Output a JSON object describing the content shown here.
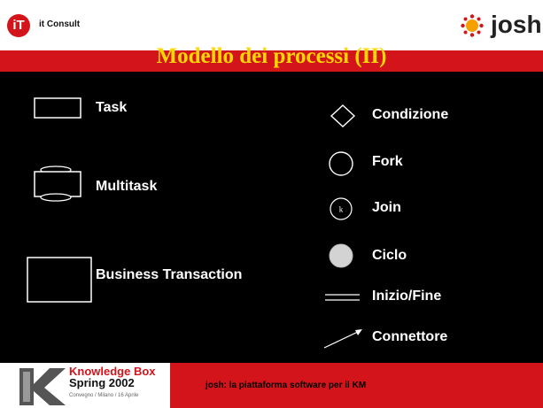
{
  "header": {
    "left_logo_glyph": "iT",
    "left_brand": "it Consult",
    "right_brand": "josh",
    "accent_color": "#d4141b",
    "title_color": "#ffd700"
  },
  "title": "Modello dei processi (II)",
  "legend_left": [
    {
      "shape": "rectangle",
      "label": "Task"
    },
    {
      "shape": "multi-rectangle",
      "label": "Multitask"
    },
    {
      "shape": "large-rectangle",
      "label": "Business Transaction"
    }
  ],
  "legend_right": [
    {
      "shape": "diamond",
      "label": "Condizione"
    },
    {
      "shape": "circle",
      "label": "Fork"
    },
    {
      "shape": "circle-k",
      "label": "Join",
      "inner": "k"
    },
    {
      "shape": "filled-circle",
      "label": "Ciclo"
    },
    {
      "shape": "double-line",
      "label": "Inizio/Fine"
    },
    {
      "shape": "arrow",
      "label": "Connettore"
    }
  ],
  "footer": {
    "kb_title": "Knowledge Box",
    "kb_subtitle": "Spring 2002",
    "kb_small": "Convegno / Milano / 16 Aprile",
    "tagline": "josh: la piattaforma software per il KM"
  }
}
